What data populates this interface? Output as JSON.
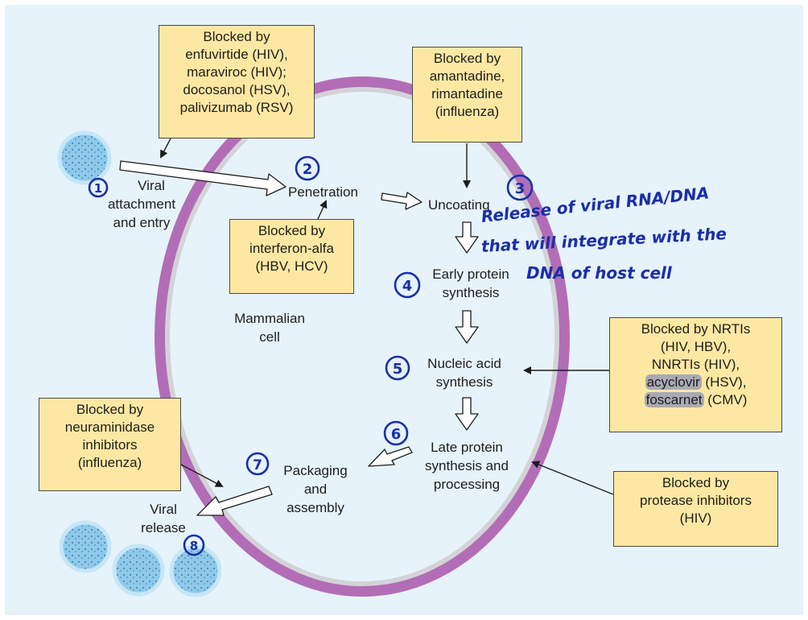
{
  "colors": {
    "background": "#e6f3fb",
    "box_fill": "#fde8a3",
    "membrane_outer": "#b26db6",
    "membrane_inner": "#d3d3d7",
    "handwriting": "#1a2ea8",
    "virus": "#8fc9ea"
  },
  "boxes": {
    "attachment": [
      "Blocked by",
      "enfuvirtide (HIV),",
      "maraviroc (HIV);",
      "docosanol (HSV),",
      "palivizumab (RSV)"
    ],
    "uncoating": [
      "Blocked by",
      "amantadine,",
      "rimantadine",
      "(influenza)"
    ],
    "penetration": [
      "Blocked by",
      "interferon-alfa",
      "(HBV, HCV)"
    ],
    "nucleic": [
      "Blocked by NRTIs",
      "(HIV, HBV),",
      "NNRTIs (HIV),"
    ],
    "nucleic_acyclovir": "acyclovir",
    "nucleic_acyclovir_rest": " (HSV),",
    "nucleic_foscarnet": "foscarnet",
    "nucleic_foscarnet_rest": " (CMV)",
    "neuraminidase": [
      "Blocked by",
      "neuraminidase",
      "inhibitors",
      "(influenza)"
    ],
    "protease": [
      "Blocked by",
      "protease inhibitors",
      "(HIV)"
    ]
  },
  "labels": {
    "viral_attachment": [
      "Viral",
      "attachment",
      "and entry"
    ],
    "penetration": "Penetration",
    "uncoating": "Uncoating",
    "early_protein": [
      "Early protein",
      "synthesis"
    ],
    "mammalian_cell": [
      "Mammalian",
      "cell"
    ],
    "nucleic_acid": [
      "Nucleic acid",
      "synthesis"
    ],
    "late_protein": [
      "Late protein",
      "synthesis and",
      "processing"
    ],
    "packaging": [
      "Packaging",
      "and",
      "assembly"
    ],
    "viral_release": [
      "Viral",
      "release"
    ]
  },
  "handwriting": {
    "step_numbers": [
      "1",
      "2",
      "3",
      "4",
      "5",
      "6",
      "7",
      "8"
    ],
    "note_lines": [
      "Release of viral RNA/DNA",
      "that will integrate  with the",
      "DNA of host cell"
    ]
  }
}
